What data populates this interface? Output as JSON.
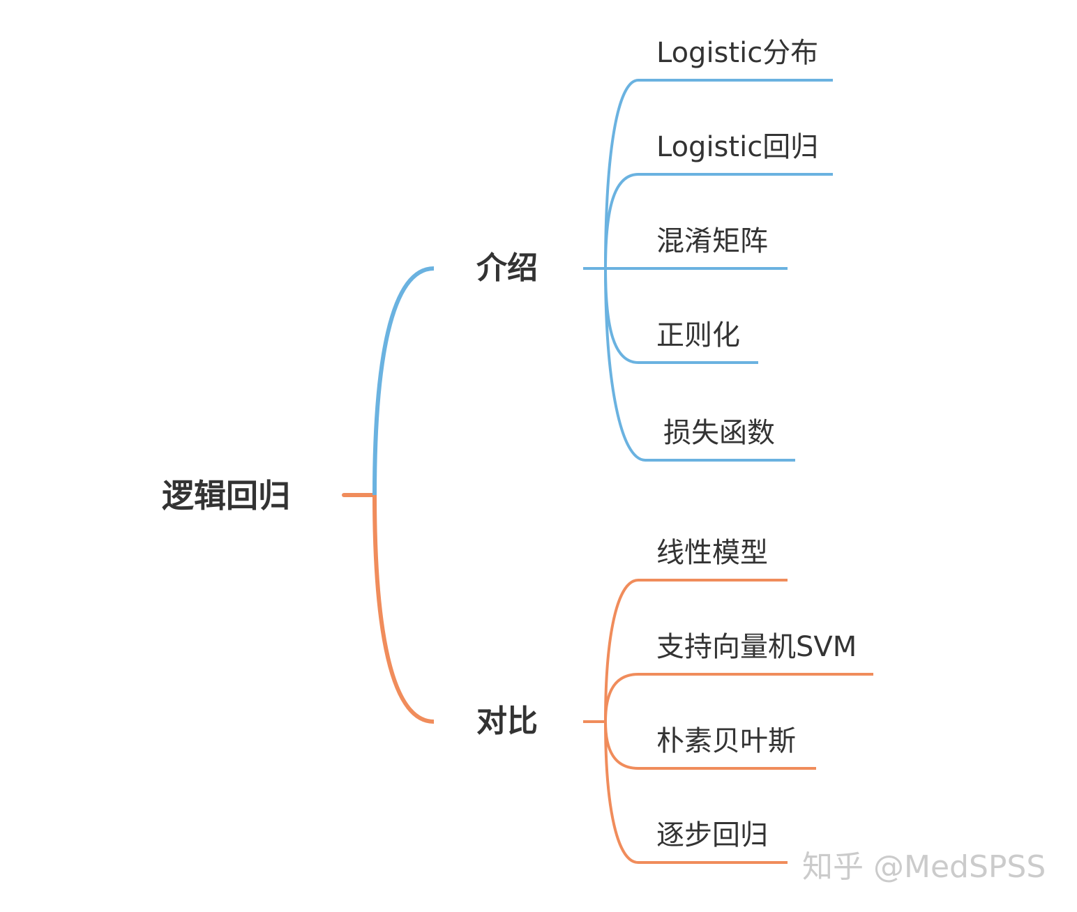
{
  "colors": {
    "blue": "#6ab2e0",
    "orange": "#f08c5b",
    "text": "#333333",
    "watermark": "#bdbdbd"
  },
  "root": {
    "label": "逻辑回归"
  },
  "branches": [
    {
      "label": "介绍",
      "color": "#6ab2e0",
      "leaves": [
        "Logistic分布",
        "Logistic回归",
        "混淆矩阵",
        "正则化",
        "损失函数"
      ]
    },
    {
      "label": "对比",
      "color": "#f08c5b",
      "leaves": [
        "线性模型",
        "支持向量机SVM",
        "朴素贝叶斯",
        "逐步回归"
      ]
    }
  ],
  "watermark": {
    "text": "知乎 @MedSPSS"
  }
}
